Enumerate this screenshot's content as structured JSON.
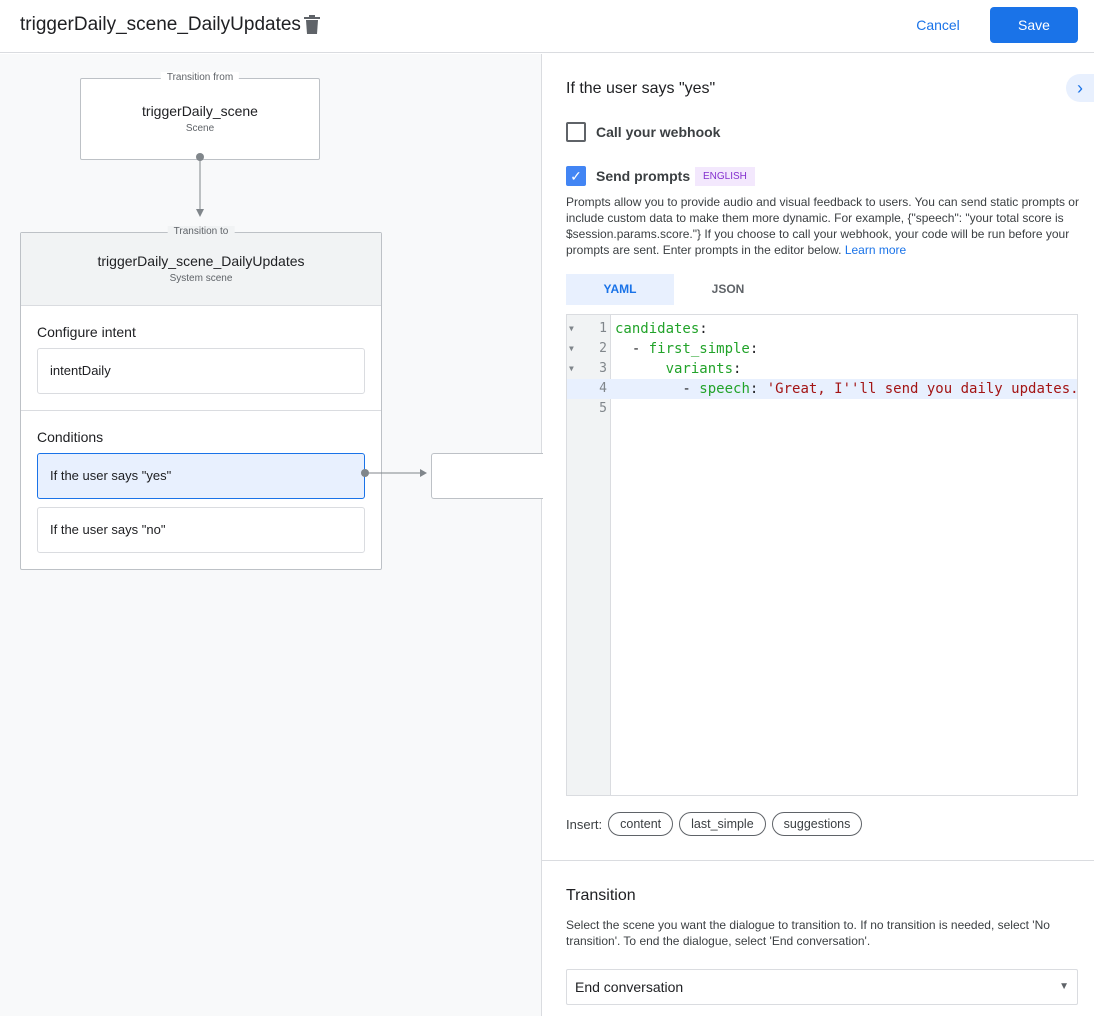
{
  "header": {
    "title": "triggerDaily_scene_DailyUpdates",
    "cancel": "Cancel",
    "save": "Save"
  },
  "canvas": {
    "from": {
      "label": "Transition from",
      "name": "triggerDaily_scene",
      "type": "Scene"
    },
    "to": {
      "label": "Transition to",
      "name": "triggerDaily_scene_DailyUpdates",
      "type": "System scene"
    },
    "intent_heading": "Configure intent",
    "intent": "intentDaily",
    "conditions_heading": "Conditions",
    "conditions": [
      "If the user says \"yes\"",
      "If the user says \"no\""
    ]
  },
  "panel": {
    "heading": "If the user says \"yes\"",
    "webhook_label": "Call your webhook",
    "webhook_checked": false,
    "prompts_label": "Send prompts",
    "prompts_checked": true,
    "language_badge": "ENGLISH",
    "description": "Prompts allow you to provide audio and visual feedback to users. You can send static prompts or include custom data to make them more dynamic. For example, {\"speech\": \"your total score is $session.params.score.\"} If you choose to call your webhook, your code will be run before your prompts are sent. Enter prompts in the editor below.",
    "learn_more": "Learn more",
    "tabs": [
      "YAML",
      "JSON"
    ],
    "active_tab": "YAML",
    "code_lines": [
      {
        "n": "1",
        "indent": "",
        "key": "candidates",
        "rest": ":",
        "str": ""
      },
      {
        "n": "2",
        "indent": "  - ",
        "key": "first_simple",
        "rest": ":",
        "str": ""
      },
      {
        "n": "3",
        "indent": "      ",
        "key": "variants",
        "rest": ":",
        "str": ""
      },
      {
        "n": "4",
        "indent": "        - ",
        "key": "speech",
        "rest": ": ",
        "str": "'Great, I''ll send you daily updates."
      },
      {
        "n": "5",
        "indent": "",
        "key": "",
        "rest": "",
        "str": ""
      }
    ],
    "insert_label": "Insert:",
    "insert_chips": [
      "content",
      "last_simple",
      "suggestions"
    ],
    "transition_heading": "Transition",
    "transition_desc": "Select the scene you want the dialogue to transition to. If no transition is needed, select 'No transition'. To end the dialogue, select 'End conversation'.",
    "transition_value": "End conversation"
  },
  "colors": {
    "accent": "#1a73e8",
    "code_key": "#22a32a",
    "code_string": "#a31515",
    "badge_bg": "#f3e8fd",
    "badge_fg": "#8430ce"
  }
}
